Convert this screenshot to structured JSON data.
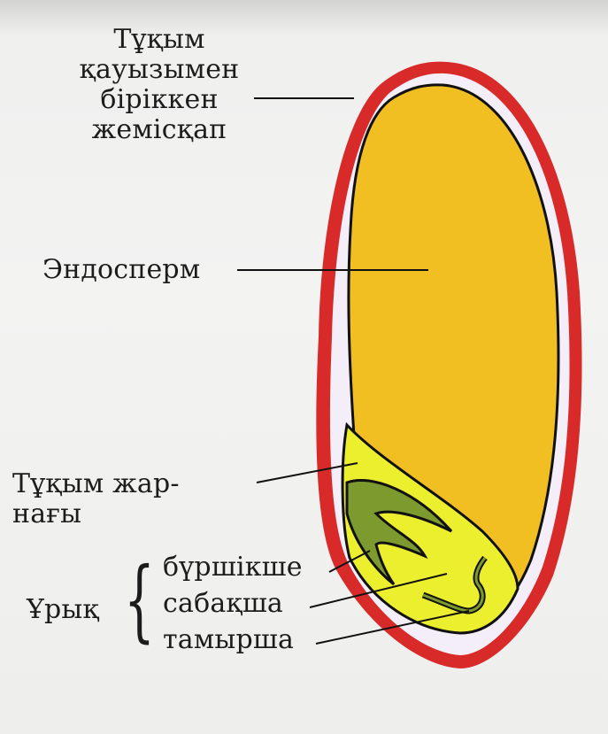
{
  "diagram": {
    "title": "Seed cross-section",
    "colors": {
      "pericarp": "#d92a2a",
      "endosperm": "#f2bf23",
      "scutellum": "#ecef2e",
      "embryo_green": "#7c9a2e",
      "outline": "#111111",
      "background": "#f0f0ef"
    },
    "labels": {
      "pericarp": [
        "Тұқым",
        "қауызымен",
        "біріккен",
        "жемісқап"
      ],
      "endosperm": "Эндосперм",
      "cotyledon": [
        "Тұқым жар-",
        "нағы"
      ],
      "embryo": "Ұрық",
      "embryo_parts": {
        "bud": "бүршікше",
        "stem": "сабақша",
        "root": "тамырша"
      }
    }
  }
}
